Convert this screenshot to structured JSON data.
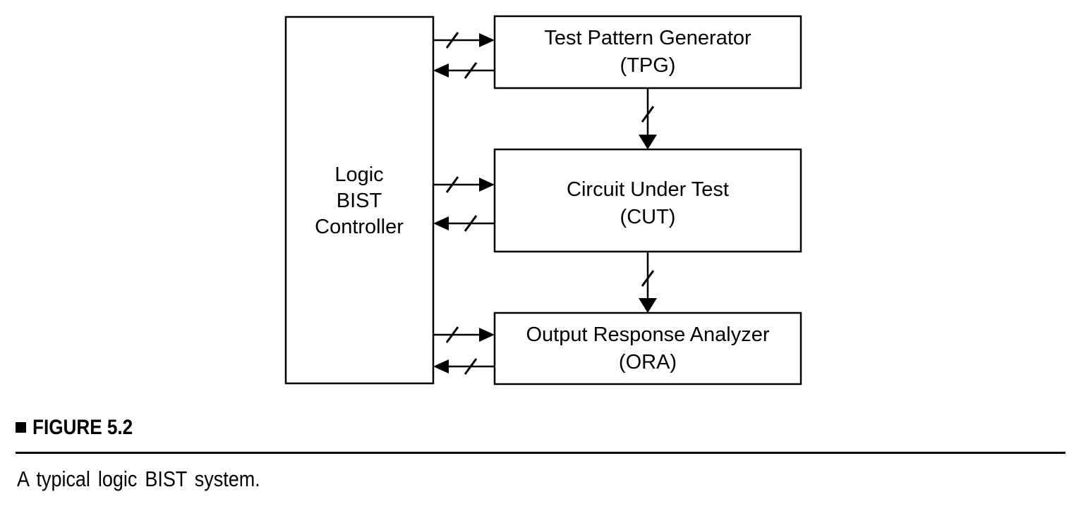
{
  "figure": {
    "label": "FIGURE 5.2",
    "caption": "A typical logic BIST system."
  },
  "diagram": {
    "controller": {
      "line1": "Logic",
      "line2": "BIST",
      "line3": "Controller"
    },
    "tpg": {
      "line1": "Test Pattern Generator",
      "line2": "(TPG)"
    },
    "cut": {
      "line1": "Circuit Under Test",
      "line2": "(CUT)"
    },
    "ora": {
      "line1": "Output Response Analyzer",
      "line2": "(ORA)"
    },
    "connections": [
      {
        "from": "controller",
        "to": "tpg",
        "bus": true
      },
      {
        "from": "tpg",
        "to": "controller",
        "bus": true
      },
      {
        "from": "controller",
        "to": "cut",
        "bus": true
      },
      {
        "from": "cut",
        "to": "controller",
        "bus": true
      },
      {
        "from": "controller",
        "to": "ora",
        "bus": true
      },
      {
        "from": "ora",
        "to": "controller",
        "bus": true
      },
      {
        "from": "tpg",
        "to": "cut",
        "bus": true
      },
      {
        "from": "cut",
        "to": "ora",
        "bus": true
      }
    ]
  },
  "colors": {
    "ink": "#000000",
    "background": "#ffffff"
  }
}
